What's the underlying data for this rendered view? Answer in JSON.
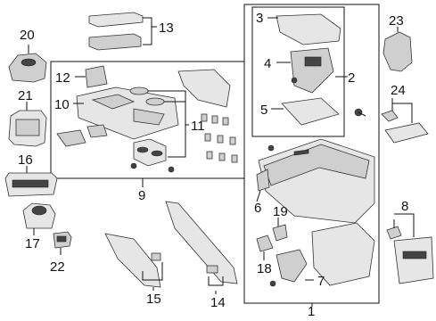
{
  "callouts": {
    "c1": "1",
    "c2": "2",
    "c3": "3",
    "c4": "4",
    "c5": "5",
    "c6": "6",
    "c7": "7",
    "c8": "8",
    "c9": "9",
    "c10": "10",
    "c11": "11",
    "c12": "12",
    "c13": "13",
    "c14": "14",
    "c15": "15",
    "c16": "16",
    "c17": "17",
    "c18": "18",
    "c19": "19",
    "c20": "20",
    "c21": "21",
    "c22": "22",
    "c23": "23",
    "c24": "24"
  },
  "colors": {
    "line": "#111111",
    "part_fill": "#e6e6e6",
    "part_shade": "#cfcfcf",
    "background": "#ffffff"
  }
}
